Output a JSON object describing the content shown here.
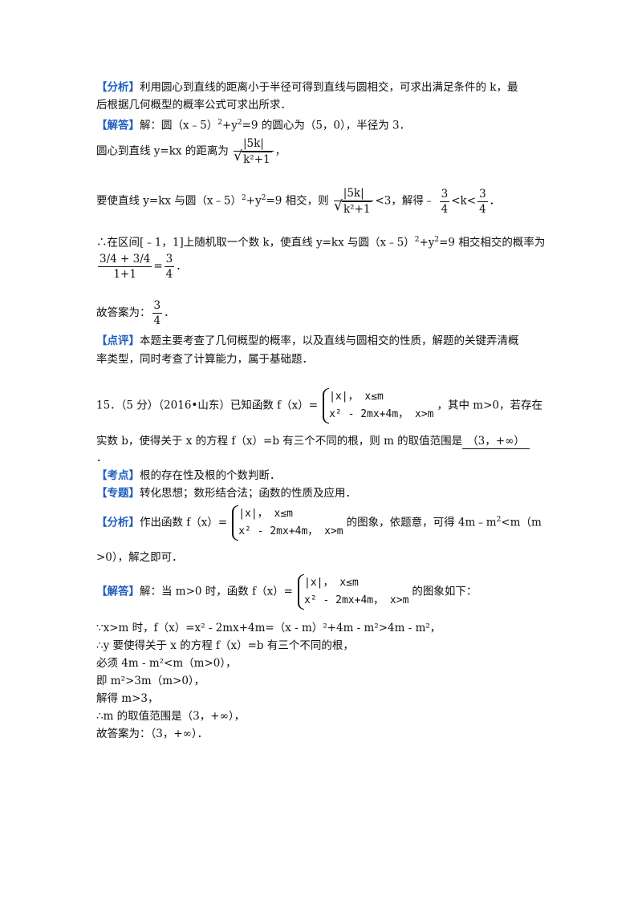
{
  "block1": {
    "analysis_tag": "【分析】",
    "analysis_l1": "利用圆心到直线的距离小于半径可得到直线与圆相交，可求出满足条件的 k，最",
    "analysis_l2": "后根据几何概型的概率公式可求出所求．",
    "solution_tag": "【解答】",
    "solution_l1_a": "解：圆（x﹣5）",
    "solution_l1_b": "+y",
    "solution_l1_c": "=9 的圆心为（5，0），半径为 3．",
    "dist_prefix": "圆心到直线 y=kx 的距离为",
    "dist_num": "|5k|",
    "dist_den": "k²+1",
    "dist_suffix": "，",
    "cond_a": "要使直线 y=kx 与圆（x﹣5）",
    "cond_b": "+y",
    "cond_c": "=9 相交，则",
    "cond_num": "|5k|",
    "cond_den": "k²+1",
    "cond_d": "<3，解得﹣",
    "cond_f1n": "3",
    "cond_f1d": "4",
    "cond_e": "<k<",
    "cond_f2n": "3",
    "cond_f2d": "4",
    "cond_end": "．",
    "prob_a": "∴在区间[﹣1，1]上随机取一个数 k，使直线 y=kx 与圆（x﹣5）",
    "prob_b": "+y",
    "prob_c": "=9 相交相交的概率为",
    "prob_num": "3/4 + 3/4",
    "prob_den": "1+1",
    "prob_eq": "=",
    "prob_fn": "3",
    "prob_fd": "4",
    "prob_end": "．",
    "answer_prefix": "故答案为：",
    "answer_n": "3",
    "answer_d": "4",
    "answer_end": "．",
    "comment_tag": "【点评】",
    "comment_l1": "本题主要考查了几何概型的概率，以及直线与圆相交的性质，解题的关键弄清概",
    "comment_l2": "率类型，同时考查了计算能力，属于基础题．"
  },
  "q15": {
    "stem_a": "15．（5 分）（2016•山东）已知函数 f（x）=",
    "piece1": "|x|， x≤m",
    "piece2": "x² - 2mx+4m， x>m",
    "stem_b": "，其中 m>0，若存在",
    "stem_l2": "实数 b，使得关于 x 的方程 f（x）=b 有三个不同的根，则 m 的取值范围是",
    "answer": "（3，+∞）",
    "dot": "．",
    "kaodian_tag": "【考点】",
    "kaodian": "根的存在性及根的个数判断．",
    "zhuanti_tag": "【专题】",
    "zhuanti": "转化思想；数形结合法；函数的性质及应用．",
    "fenxi_tag": "【分析】",
    "fenxi_a": "作出函数 f（x）=",
    "fenxi_b": "的图象，依题意，可得 4m﹣m",
    "fenxi_c": "<m（m",
    "fenxi_l2": ">0），解之即可．",
    "jieda_tag": "【解答】",
    "jieda_a": "解：当 m>0 时，函数 f（x）=",
    "jieda_b": "的图象如下：",
    "s1": "∵x>m 时，f（x）=x² - 2mx+4m=（x - m）²+4m - m²>4m - m²，",
    "s2": "∴y 要使得关于 x 的方程 f（x）=b 有三个不同的根，",
    "s3": "必须 4m - m²<m（m>0），",
    "s4": "即 m²>3m（m>0），",
    "s5": "解得 m>3，",
    "s6": "∴m 的取值范围是（3，+∞），",
    "s7": "故答案为：（3，+∞）．"
  }
}
